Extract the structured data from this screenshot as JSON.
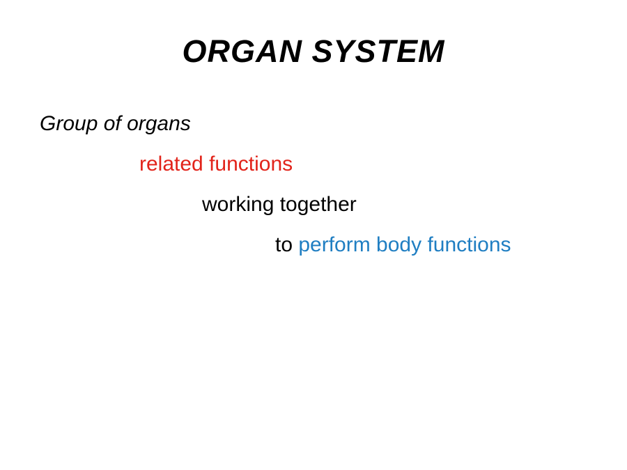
{
  "slide": {
    "title": "ORGAN SYSTEM",
    "body": {
      "line1": "Group of organs",
      "line2": "related functions",
      "line3": "working together",
      "line4_prefix": "to ",
      "line4_highlight": "perform body functions"
    },
    "colors": {
      "red": "#e2231a",
      "blue": "#1f7ec2"
    }
  }
}
